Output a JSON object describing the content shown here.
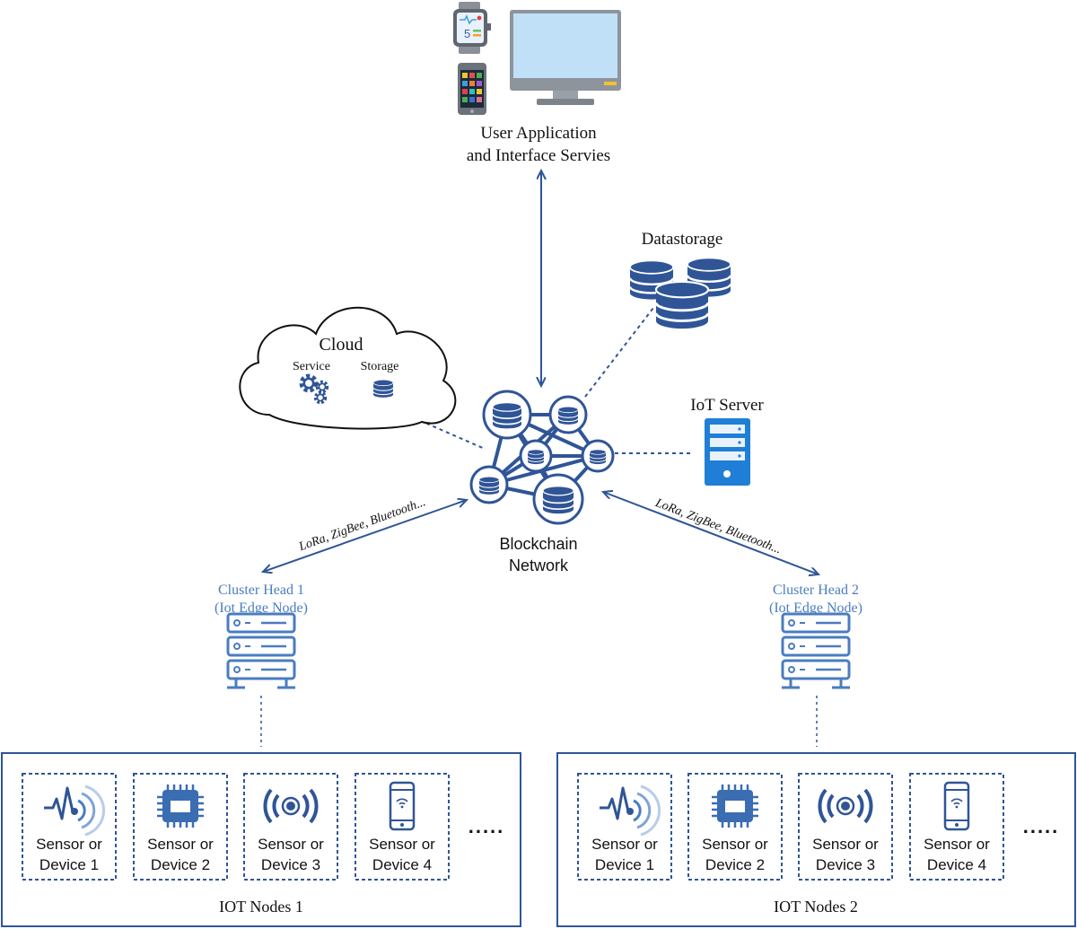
{
  "user_app": {
    "line1": "User Application",
    "line2": "and Interface Servies"
  },
  "datastorage": {
    "label": "Datastorage"
  },
  "cloud": {
    "title": "Cloud",
    "service": "Service",
    "storage": "Storage"
  },
  "iot_server": {
    "label": "IoT Server"
  },
  "blockchain": {
    "line1": "Blockchain",
    "line2": "Network"
  },
  "links": {
    "left": "LoRa, ZigBee, Bluetooth...",
    "right": "LoRa, ZigBee, Bluetooth..."
  },
  "cluster1": {
    "line1": "Cluster Head 1",
    "line2": "(Iot Edge Node)"
  },
  "cluster2": {
    "line1": "Cluster Head 2",
    "line2": "(Iot Edge Node)"
  },
  "nodes1": {
    "title": "IOT Nodes 1",
    "more": ".....",
    "devices": [
      {
        "line1": "Sensor or",
        "line2": "Device 1"
      },
      {
        "line1": "Sensor or",
        "line2": "Device 2"
      },
      {
        "line1": "Sensor or",
        "line2": "Device 3"
      },
      {
        "line1": "Sensor or",
        "line2": "Device 4"
      }
    ]
  },
  "nodes2": {
    "title": "IOT Nodes 2",
    "more": ".....",
    "devices": [
      {
        "line1": "Sensor or",
        "line2": "Device 1"
      },
      {
        "line1": "Sensor or",
        "line2": "Device 2"
      },
      {
        "line1": "Sensor or",
        "line2": "Device 3"
      },
      {
        "line1": "Sensor or",
        "line2": "Device 4"
      }
    ]
  },
  "watch_display": "5",
  "colors": {
    "primary": "#2f5597",
    "accent": "#4a7cc0",
    "light": "#a9c4e8",
    "server": "#1f7fd6"
  }
}
